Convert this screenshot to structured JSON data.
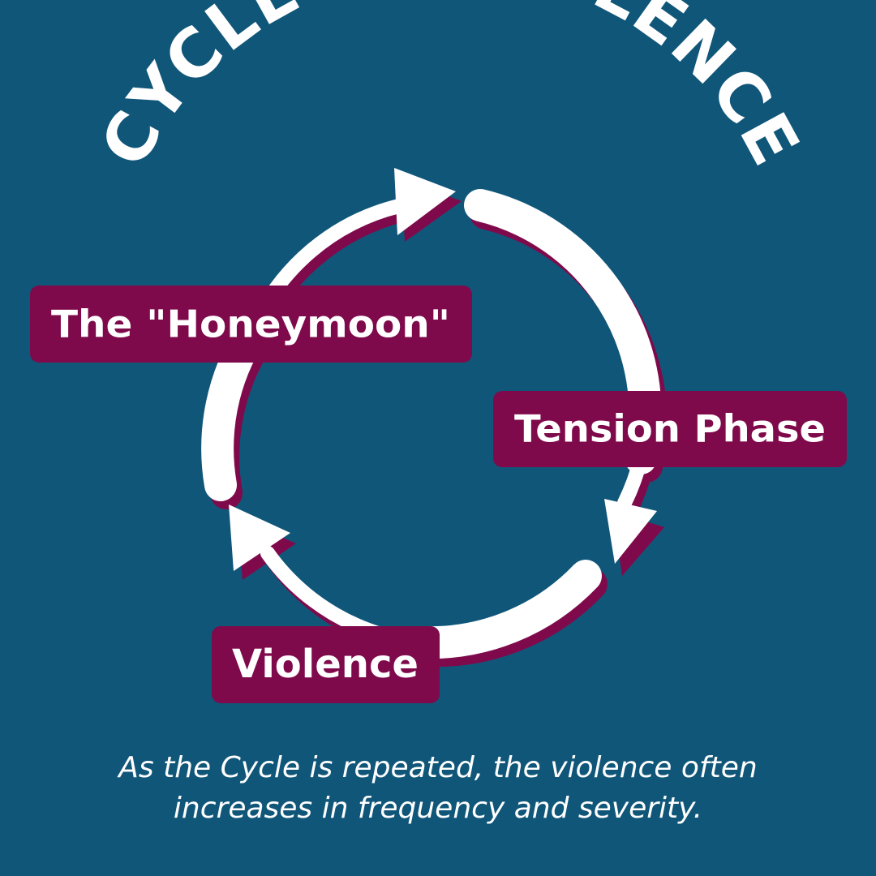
{
  "colors": {
    "background": "#105679",
    "arrow": "#ffffff",
    "shadow": "#7f0a4b",
    "label_box": "#7f0a4b",
    "text": "#ffffff"
  },
  "title": "CYCLE OF VIOLENCE",
  "phases": {
    "honeymoon": "The \"Honeymoon\"",
    "tension": "Tension Phase",
    "violence": "Violence"
  },
  "footer": {
    "line1": "As the Cycle is repeated, the violence often",
    "line2": "increases in frequency and severity."
  }
}
